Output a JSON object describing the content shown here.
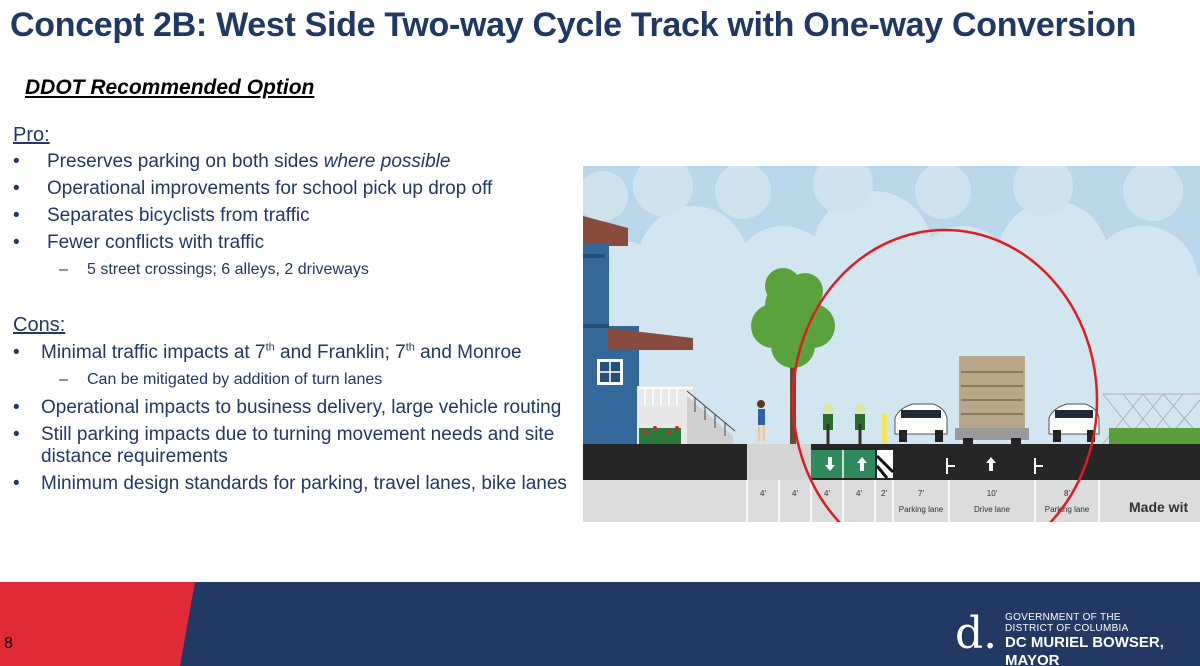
{
  "header": {
    "title": "Concept 2B: West Side Two-way Cycle Track with One-way Conversion",
    "subtitle": "DDOT Recommended Option"
  },
  "pros": {
    "heading": "Pro:",
    "items": [
      {
        "text": "Preserves parking on both sides ",
        "emphasis": "where possible"
      },
      {
        "text": "Operational improvements for school pick up drop off"
      },
      {
        "text": "Separates bicyclists from traffic"
      },
      {
        "text": "Fewer conflicts with traffic",
        "sub": "5 street crossings; 6 alleys, 2 driveways"
      }
    ]
  },
  "cons": {
    "heading": "Cons:",
    "item1": {
      "a": "Minimal traffic impacts at 7",
      "sup1": "th",
      "b": " and Franklin; 7",
      "sup2": "th",
      "c": " and Monroe",
      "sub": "Can be mitigated by addition of turn lanes"
    },
    "items": [
      "Operational impacts to business delivery, large vehicle routing",
      "Still parking impacts due to turning movement needs and site distance requirements",
      "Minimum design standards for parking, travel lanes, bike lanes"
    ]
  },
  "illustration": {
    "widths": [
      "4'",
      "4'",
      "4'",
      "4'",
      "2'",
      "7'",
      "10'",
      "8'"
    ],
    "lane_labels": [
      "Parking lane",
      "Drive lane",
      "Parking lane"
    ],
    "watermark": "Made wit",
    "colors": {
      "sky": "#b9d7e8",
      "house": "#35689a",
      "lane": "#1e1e1e",
      "bike_lane": "#2f8a5e",
      "circle": "#e11b22"
    }
  },
  "footer": {
    "page_number": "8",
    "logo_letter": "d.",
    "gov_line1": "GOVERNMENT OF THE",
    "gov_line2": "DISTRICT OF COLUMBIA",
    "mayor_line": "DC MURIEL BOWSER, MAYOR",
    "colors": {
      "navy": "#223a63",
      "red": "#e02a36"
    }
  }
}
